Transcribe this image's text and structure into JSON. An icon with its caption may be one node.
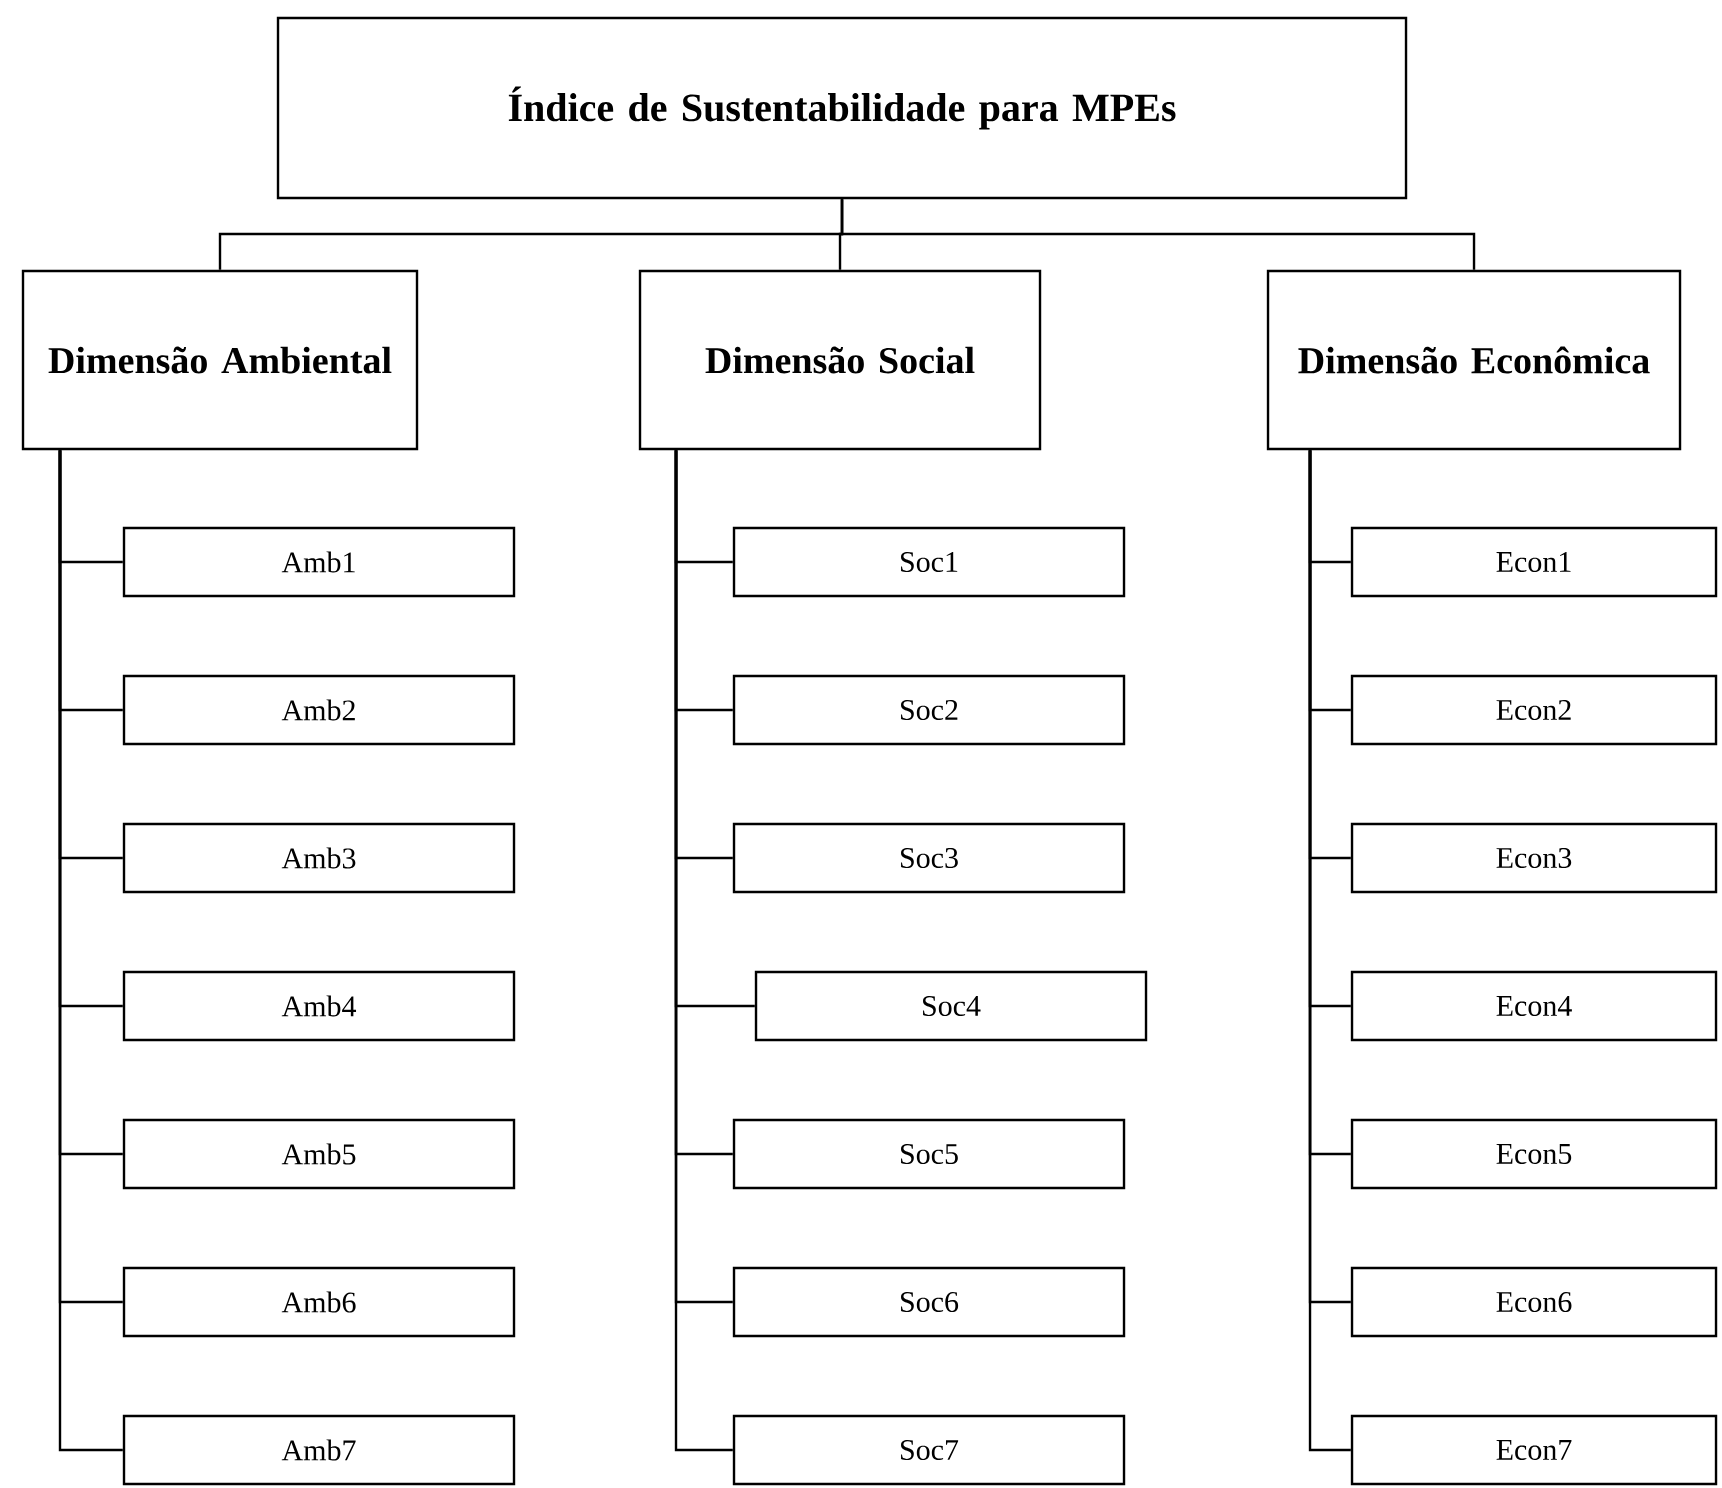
{
  "diagram": {
    "nodes": [
      {
        "text": [
          "Índice de Sustentabilidade para MPEs"
        ]
      },
      {
        "text": [
          "Dimensão Ambiental"
        ]
      },
      {
        "text": [
          "Dimensão Social"
        ]
      },
      {
        "text": [
          "Dimensão Econômica"
        ]
      },
      {
        "text": [
          "Amb1"
        ]
      },
      {
        "text": [
          "Amb2"
        ]
      },
      {
        "text": [
          "Amb3"
        ]
      },
      {
        "text": [
          "Amb4"
        ]
      },
      {
        "text": [
          "Amb5"
        ]
      },
      {
        "text": [
          "Amb6"
        ]
      },
      {
        "text": [
          "Amb7"
        ]
      },
      {
        "text": [
          "Soc1"
        ]
      },
      {
        "text": [
          "Soc2"
        ]
      },
      {
        "text": [
          "Soc3"
        ]
      },
      {
        "text": [
          "Soc4"
        ]
      },
      {
        "text": [
          "Soc5"
        ]
      },
      {
        "text": [
          "Soc6"
        ]
      },
      {
        "text": [
          "Soc7"
        ]
      },
      {
        "text": [
          "Econ1"
        ]
      },
      {
        "text": [
          "Econ2"
        ]
      },
      {
        "text": [
          "Econ3"
        ]
      },
      {
        "text": [
          "Econ4"
        ]
      },
      {
        "text": [
          "Econ5"
        ]
      },
      {
        "text": [
          "Econ6"
        ]
      },
      {
        "text": [
          "Econ7"
        ]
      }
    ],
    "edges": [
      {
        "from": 0,
        "to": 1,
        "arrow": "none"
      },
      {
        "from": 0,
        "to": 2,
        "arrow": "none"
      },
      {
        "from": 0,
        "to": 3,
        "arrow": "none"
      },
      {
        "from": 1,
        "to": 4,
        "arrow": "none"
      },
      {
        "from": 1,
        "to": 5,
        "arrow": "none"
      },
      {
        "from": 1,
        "to": 6,
        "arrow": "none"
      },
      {
        "from": 1,
        "to": 7,
        "arrow": "none"
      },
      {
        "from": 1,
        "to": 8,
        "arrow": "none"
      },
      {
        "from": 1,
        "to": 9,
        "arrow": "none"
      },
      {
        "from": 1,
        "to": 10,
        "arrow": "none"
      },
      {
        "from": 2,
        "to": 11,
        "arrow": "none"
      },
      {
        "from": 2,
        "to": 12,
        "arrow": "none"
      },
      {
        "from": 2,
        "to": 13,
        "arrow": "none"
      },
      {
        "from": 2,
        "to": 14,
        "arrow": "none"
      },
      {
        "from": 2,
        "to": 15,
        "arrow": "none"
      },
      {
        "from": 2,
        "to": 16,
        "arrow": "none"
      },
      {
        "from": 2,
        "to": 17,
        "arrow": "none"
      },
      {
        "from": 3,
        "to": 18,
        "arrow": "none"
      },
      {
        "from": 3,
        "to": 19,
        "arrow": "none"
      },
      {
        "from": 3,
        "to": 20,
        "arrow": "none"
      },
      {
        "from": 3,
        "to": 21,
        "arrow": "none"
      },
      {
        "from": 3,
        "to": 22,
        "arrow": "none"
      },
      {
        "from": 3,
        "to": 23,
        "arrow": "none"
      },
      {
        "from": 3,
        "to": 24,
        "arrow": "none"
      }
    ]
  }
}
